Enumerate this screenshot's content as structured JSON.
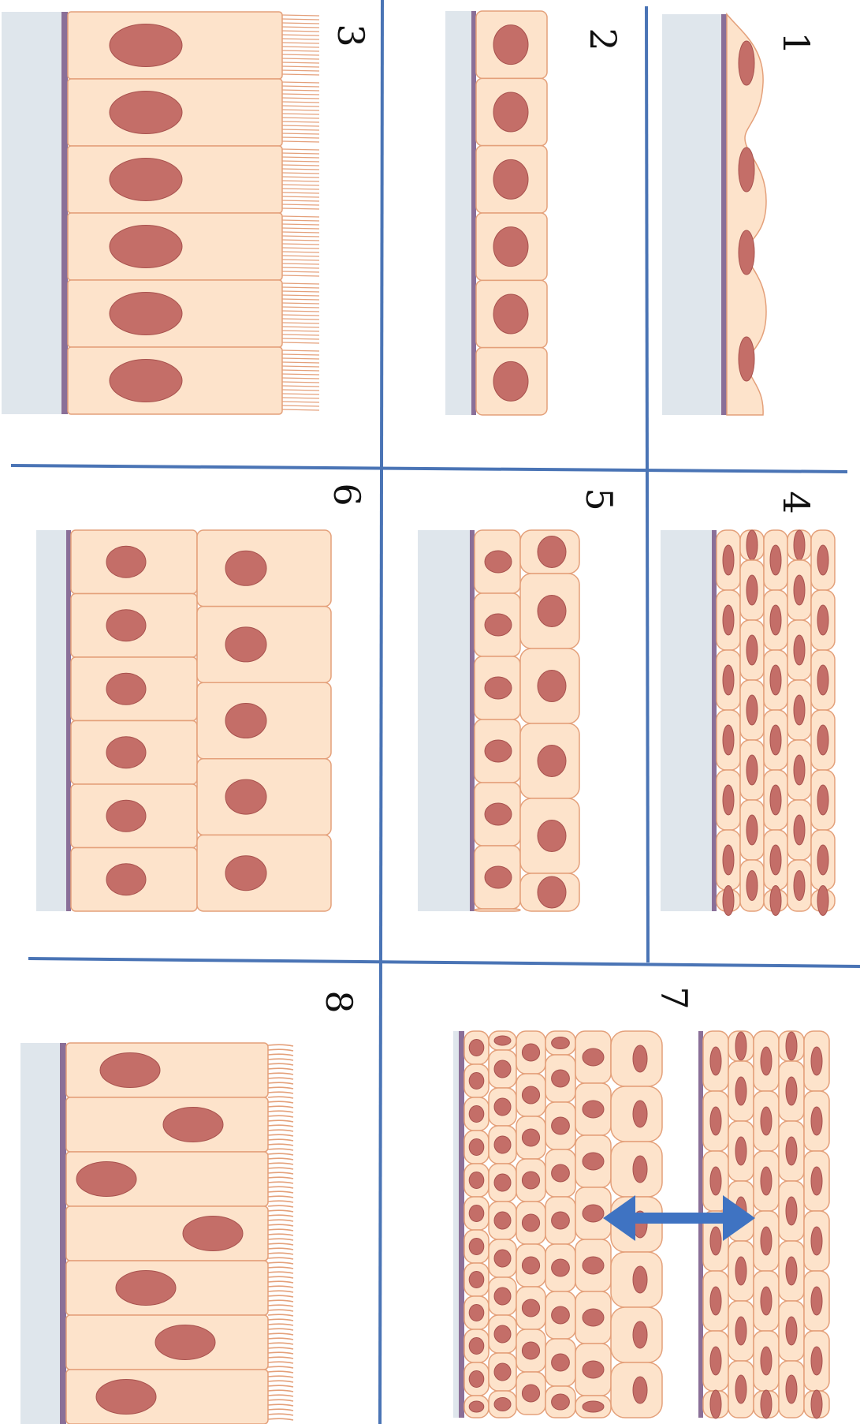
{
  "panels": [
    {
      "label": "1",
      "type": "simple-squamous"
    },
    {
      "label": "2",
      "type": "simple-cuboidal"
    },
    {
      "label": "3",
      "type": "simple-columnar-microvilli"
    },
    {
      "label": "4",
      "type": "stratified-squamous"
    },
    {
      "label": "5",
      "type": "stratified-cuboidal"
    },
    {
      "label": "6",
      "type": "stratified-columnar"
    },
    {
      "label": "7",
      "type": "transitional"
    },
    {
      "label": "8",
      "type": "pseudostratified-ciliated-columnar"
    }
  ],
  "colors": {
    "grid_line": "#4a74b5",
    "connective_tissue": "#dfe6ec",
    "basement_membrane": "#8a6f98",
    "cell_fill": "#fde3cb",
    "cell_stroke": "#e4a07a",
    "nucleus": "#c46e68",
    "nucleus_stroke": "#a8524e",
    "arrow": "#3f73c2"
  },
  "icons": {
    "arrow": "double-headed-arrow-icon"
  }
}
